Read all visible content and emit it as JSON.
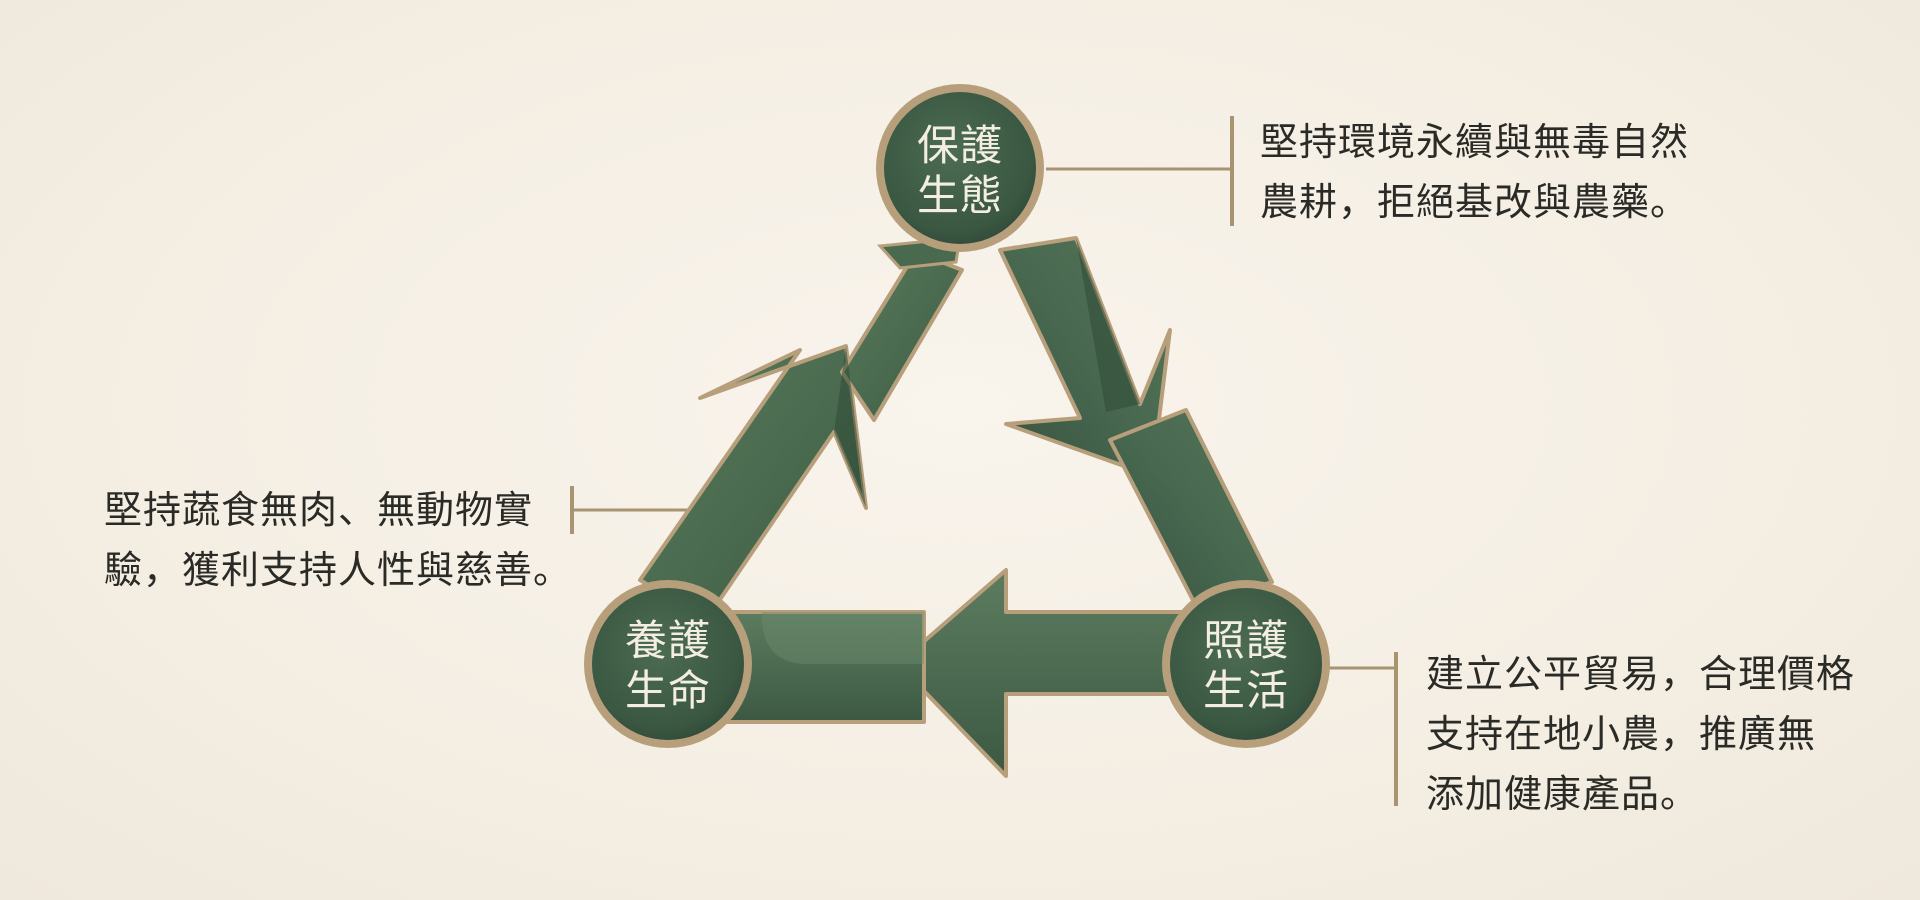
{
  "colors": {
    "background": "#f6f0e6",
    "arrow_green": "#4e6e52",
    "arrow_dark": "#34503a",
    "node_green": "#3e5c45",
    "gold_border": "#b79f7c",
    "connector": "#a99471",
    "text": "#2a2a26"
  },
  "nodes": {
    "top": {
      "line1": "保護",
      "line2": "生態"
    },
    "bottom_left": {
      "line1": "養護",
      "line2": "生命"
    },
    "bottom_right": {
      "line1": "照護",
      "line2": "生活"
    }
  },
  "descriptions": {
    "top": {
      "line1": "堅持環境永續與無毒自然",
      "line2": "農耕，拒絕基改與農藥。"
    },
    "left": {
      "line1": "堅持蔬食無肉、無動物實",
      "line2": "驗，獲利支持人性與慈善。"
    },
    "right": {
      "line1": "建立公平貿易，合理價格",
      "line2": "支持在地小農，推廣無",
      "line3": "添加健康產品。"
    }
  },
  "icons": {
    "cycle": "recycle-arrows-icon"
  }
}
